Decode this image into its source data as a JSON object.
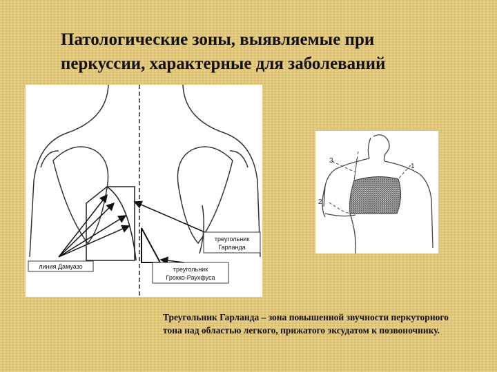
{
  "slide": {
    "title": "Патологические зоны, выявляемые при перкуссии, характерные для заболеваний органов дыхания",
    "caption": "Треугольник Гарланда – зона повышенной звучности перкуторного тона над областью легкого, прижатого эксудатом к позвоночнику."
  },
  "diagram_left": {
    "labels": {
      "damoiseau": "линия Дамуазо",
      "garland_line1": "треугольник",
      "garland_line2": "Гарланда",
      "grocco_line1": "треугольник",
      "grocco_line2": "Грокко-Раухфуса"
    }
  },
  "diagram_right": {
    "labels": {
      "n1": "1",
      "n2": "2",
      "n3": "3"
    }
  }
}
